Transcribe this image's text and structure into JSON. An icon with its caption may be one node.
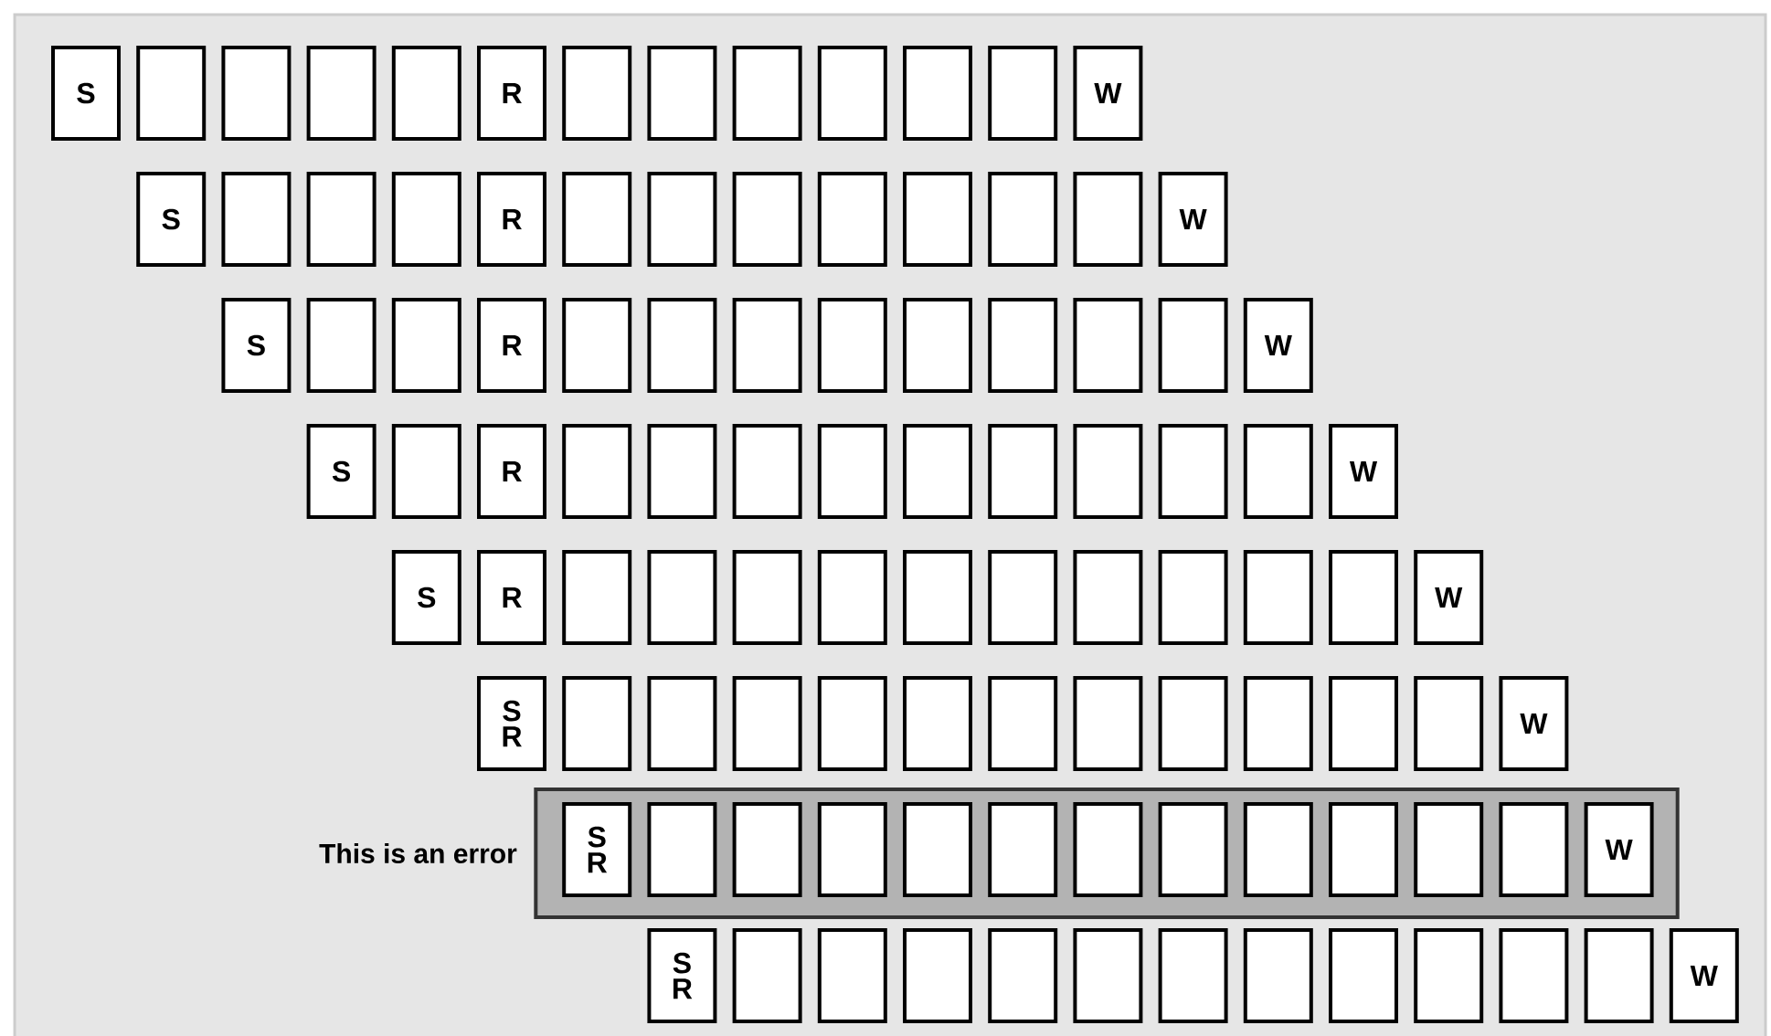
{
  "diagram": {
    "nodes": [
      {
        "text": [
          "S"
        ]
      },
      {
        "text": [],
        "shape": "box"
      },
      {
        "text": [],
        "shape": "box"
      },
      {
        "text": [],
        "shape": "box"
      },
      {
        "text": [],
        "shape": "box"
      },
      {
        "text": [
          "R"
        ]
      },
      {
        "text": [],
        "shape": "box"
      },
      {
        "text": [],
        "shape": "box"
      },
      {
        "text": [],
        "shape": "box"
      },
      {
        "text": [],
        "shape": "box"
      },
      {
        "text": [],
        "shape": "box"
      },
      {
        "text": [],
        "shape": "box"
      },
      {
        "text": [
          "W"
        ]
      },
      {
        "text": [
          "S"
        ]
      },
      {
        "text": [],
        "shape": "box"
      },
      {
        "text": [],
        "shape": "box"
      },
      {
        "text": [],
        "shape": "box"
      },
      {
        "text": [
          "R"
        ]
      },
      {
        "text": [],
        "shape": "box"
      },
      {
        "text": [],
        "shape": "box"
      },
      {
        "text": [],
        "shape": "box"
      },
      {
        "text": [],
        "shape": "box"
      },
      {
        "text": [],
        "shape": "box"
      },
      {
        "text": [],
        "shape": "box"
      },
      {
        "text": [],
        "shape": "box"
      },
      {
        "text": [
          "W"
        ]
      },
      {
        "text": [
          "S"
        ]
      },
      {
        "text": [],
        "shape": "box"
      },
      {
        "text": [],
        "shape": "box"
      },
      {
        "text": [
          "R"
        ]
      },
      {
        "text": [],
        "shape": "box"
      },
      {
        "text": [],
        "shape": "box"
      },
      {
        "text": [],
        "shape": "box"
      },
      {
        "text": [],
        "shape": "box"
      },
      {
        "text": [],
        "shape": "box"
      },
      {
        "text": [],
        "shape": "box"
      },
      {
        "text": [],
        "shape": "box"
      },
      {
        "text": [],
        "shape": "box"
      },
      {
        "text": [
          "W"
        ]
      },
      {
        "text": [
          "S"
        ]
      },
      {
        "text": [],
        "shape": "box"
      },
      {
        "text": [
          "R"
        ]
      },
      {
        "text": [],
        "shape": "box"
      },
      {
        "text": [],
        "shape": "box"
      },
      {
        "text": [],
        "shape": "box"
      },
      {
        "text": [],
        "shape": "box"
      },
      {
        "text": [],
        "shape": "box"
      },
      {
        "text": [],
        "shape": "box"
      },
      {
        "text": [],
        "shape": "box"
      },
      {
        "text": [],
        "shape": "box"
      },
      {
        "text": [],
        "shape": "box"
      },
      {
        "text": [
          "W"
        ]
      },
      {
        "text": [
          "S"
        ]
      },
      {
        "text": [
          "R"
        ]
      },
      {
        "text": [],
        "shape": "box"
      },
      {
        "text": [],
        "shape": "box"
      },
      {
        "text": [],
        "shape": "box"
      },
      {
        "text": [],
        "shape": "box"
      },
      {
        "text": [],
        "shape": "box"
      },
      {
        "text": [],
        "shape": "box"
      },
      {
        "text": [],
        "shape": "box"
      },
      {
        "text": [],
        "shape": "box"
      },
      {
        "text": [],
        "shape": "box"
      },
      {
        "text": [],
        "shape": "box"
      },
      {
        "text": [
          "W"
        ]
      },
      {
        "text": [
          "S",
          "R"
        ]
      },
      {
        "text": [],
        "shape": "box"
      },
      {
        "text": [],
        "shape": "box"
      },
      {
        "text": [],
        "shape": "box"
      },
      {
        "text": [],
        "shape": "box"
      },
      {
        "text": [],
        "shape": "box"
      },
      {
        "text": [],
        "shape": "box"
      },
      {
        "text": [],
        "shape": "box"
      },
      {
        "text": [],
        "shape": "box"
      },
      {
        "text": [],
        "shape": "box"
      },
      {
        "text": [],
        "shape": "box"
      },
      {
        "text": [],
        "shape": "box"
      },
      {
        "text": [
          "W"
        ]
      },
      {
        "text": [
          "This is an error"
        ]
      },
      {
        "text": [
          "S",
          "R"
        ],
        "in": 78
      },
      {
        "text": [],
        "shape": "box",
        "in": 78
      },
      {
        "text": [],
        "shape": "box",
        "in": 78
      },
      {
        "text": [],
        "shape": "box",
        "in": 78
      },
      {
        "text": [],
        "shape": "box",
        "in": 78
      },
      {
        "text": [],
        "shape": "box",
        "in": 78
      },
      {
        "text": [],
        "shape": "box",
        "in": 78
      },
      {
        "text": [],
        "shape": "box",
        "in": 78
      },
      {
        "text": [],
        "shape": "box",
        "in": 78
      },
      {
        "text": [],
        "shape": "box",
        "in": 78
      },
      {
        "text": [],
        "shape": "box",
        "in": 78
      },
      {
        "text": [],
        "shape": "box",
        "in": 78
      },
      {
        "text": [
          "W"
        ],
        "in": 78
      },
      {
        "text": [
          "S",
          "R"
        ]
      },
      {
        "text": [],
        "shape": "box"
      },
      {
        "text": [],
        "shape": "box"
      },
      {
        "text": [],
        "shape": "box"
      },
      {
        "text": [],
        "shape": "box"
      },
      {
        "text": [],
        "shape": "box"
      },
      {
        "text": [],
        "shape": "box"
      },
      {
        "text": [],
        "shape": "box"
      },
      {
        "text": [],
        "shape": "box"
      },
      {
        "text": [],
        "shape": "box"
      },
      {
        "text": [],
        "shape": "box"
      },
      {
        "text": [],
        "shape": "box"
      },
      {
        "text": [
          "W"
        ]
      }
    ]
  }
}
